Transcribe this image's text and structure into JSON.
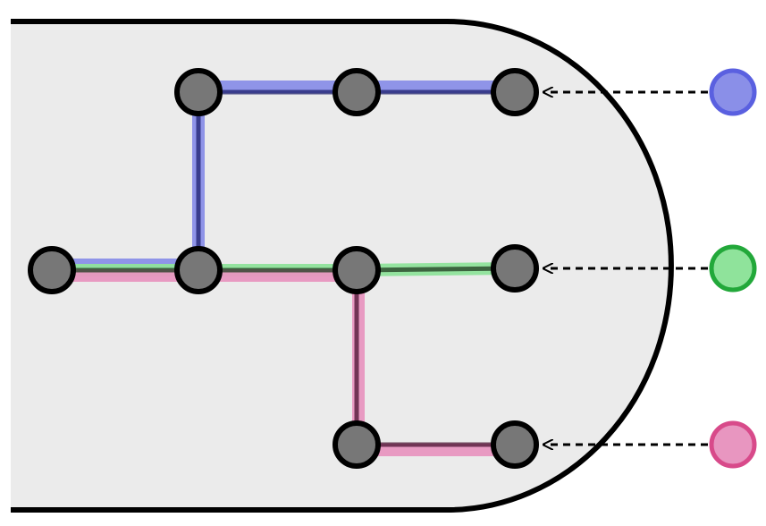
{
  "diagram": {
    "colors": {
      "container_fill": "#ebebeb",
      "container_stroke": "#000000",
      "node_fill": "#777777",
      "node_stroke": "#000000",
      "blue": "#8a8fe8",
      "green": "#8fe39b",
      "pink": "#e896c0",
      "blue_ring": "#5a60e0",
      "green_ring": "#22a83a",
      "pink_ring": "#d84a8a",
      "arrow": "#000000"
    },
    "paths": [
      {
        "color": "blue",
        "route": [
          "n-left",
          "n-mid-1",
          "n-top-1",
          "n-top-2",
          "n-top-3"
        ]
      },
      {
        "color": "green",
        "route": [
          "n-left",
          "n-mid-1",
          "n-mid-2",
          "n-mid-3"
        ]
      },
      {
        "color": "pink",
        "route": [
          "n-left",
          "n-mid-1",
          "n-mid-2",
          "n-bot-2",
          "n-bot-3"
        ]
      }
    ],
    "sources": [
      {
        "color": "blue",
        "target": "n-top-3"
      },
      {
        "color": "green",
        "target": "n-mid-3"
      },
      {
        "color": "pink",
        "target": "n-bot-3"
      }
    ]
  }
}
